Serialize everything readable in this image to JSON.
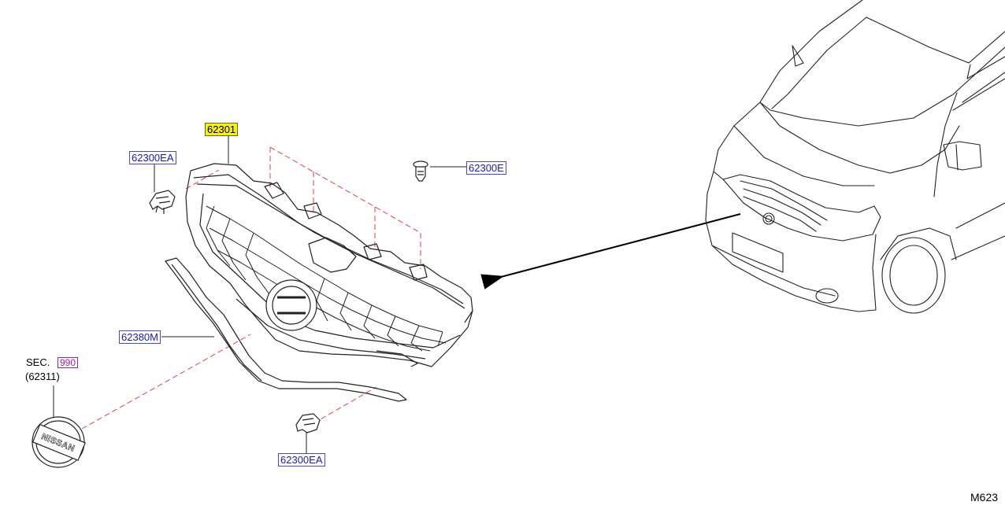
{
  "labels": {
    "grille_assembly": "62301",
    "clip_upper": "62300EA",
    "clip_lower": "62300EA",
    "clip_right": "62300E",
    "moulding": "62380M"
  },
  "section_ref": {
    "prefix": "SEC.",
    "number": "990",
    "part": "(62311)"
  },
  "emblem_text": "NISSAN",
  "diagram_code": "M623",
  "colors": {
    "highlight": "#f6ef1f",
    "label_text": "#1a1aa8",
    "leader_dash": "#e0404a",
    "section_ref": "#a01fa0"
  },
  "icons": [
    "grille-drawing",
    "clip-icon",
    "push-rivet-icon",
    "emblem-icon",
    "vehicle-drawing",
    "pointer-arrow"
  ]
}
